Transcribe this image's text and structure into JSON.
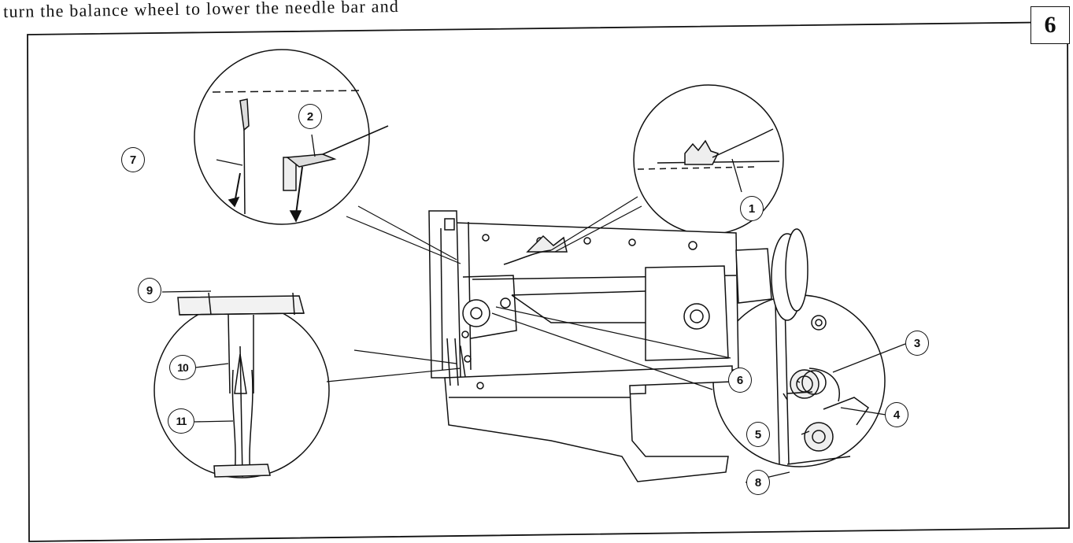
{
  "instruction_text": "turn the balance wheel to lower the needle bar and",
  "figure_number": "6",
  "callouts": {
    "c1": "1",
    "c2": "2",
    "c3": "3",
    "c4": "4",
    "c5": "5",
    "c6": "6",
    "c7": "7",
    "c8": "8",
    "c9": "9",
    "c10": "10",
    "c11": "11"
  }
}
